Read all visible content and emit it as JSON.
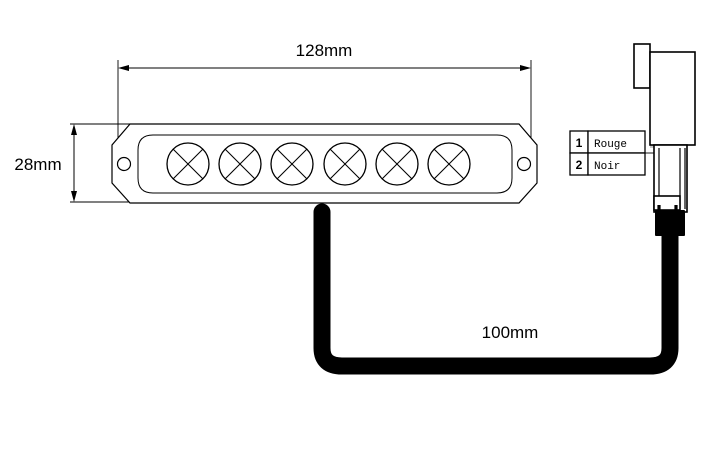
{
  "drawing": {
    "title": "LED light bar dimensional drawing",
    "background_color": "#ffffff",
    "line_color": "#000000"
  },
  "dimensions": {
    "length": {
      "label": "128mm",
      "icon": "horizontal-dimension-arrow"
    },
    "height": {
      "label": "28mm",
      "icon": "vertical-dimension-arrow"
    },
    "cable_length": {
      "label": "100mm",
      "icon": "cable-length-label"
    }
  },
  "lamp": {
    "led_count": 6,
    "leds": [
      {
        "name": "led-1"
      },
      {
        "name": "led-2"
      },
      {
        "name": "led-3"
      },
      {
        "name": "led-4"
      },
      {
        "name": "led-5"
      },
      {
        "name": "led-6"
      }
    ],
    "mounting_holes": 2
  },
  "connector": {
    "name": "2-pin connector",
    "pin_count": 2,
    "wire_legend": {
      "rows": [
        {
          "pin": "1",
          "color_name": "Rouge"
        },
        {
          "pin": "2",
          "color_name": "Noir"
        }
      ]
    }
  }
}
